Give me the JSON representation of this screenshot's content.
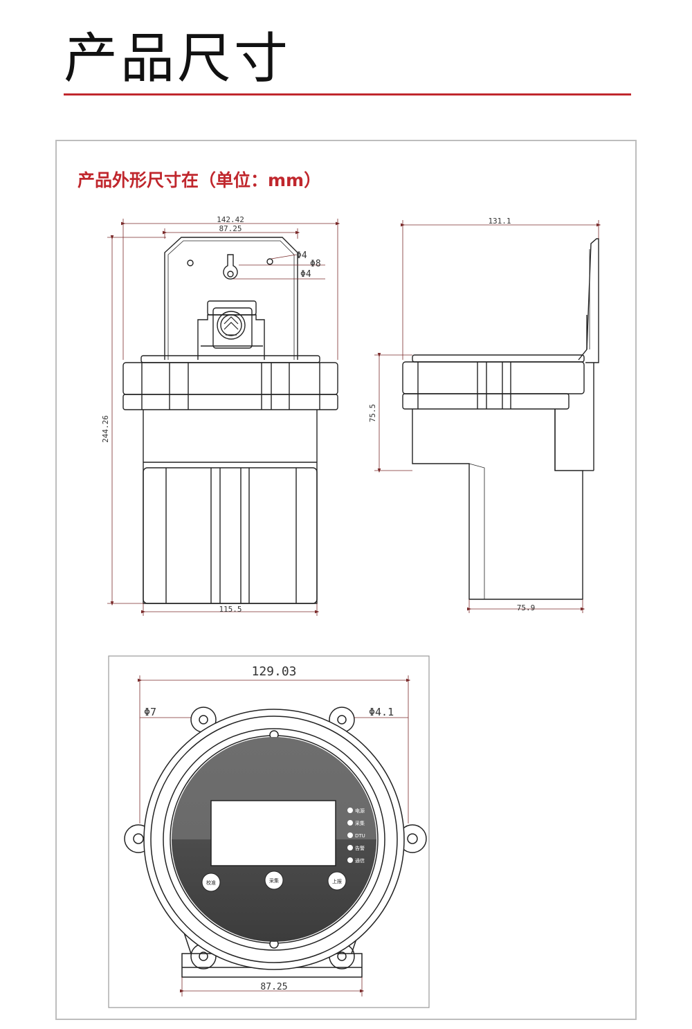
{
  "page": {
    "title": "产品尺寸"
  },
  "section": {
    "heading": "产品外形尺寸在（单位：mm）"
  },
  "front_view": {
    "width_total": "142.42",
    "width_bracket": "87.25",
    "height_total": "244.26",
    "bottom_width": "115.5",
    "hole_1": "Φ4",
    "hole_2": "Φ8",
    "hole_3": "Φ4"
  },
  "side_view": {
    "depth_total": "131.1",
    "head_height": "75.5",
    "bottom_depth": "75.9"
  },
  "top_view": {
    "width_total": "129.03",
    "hole_left": "Φ7",
    "hole_right": "Φ4.1",
    "bottom_width": "87.25",
    "indicators": [
      "电源",
      "采集",
      "DTU",
      "告警",
      "通信"
    ],
    "buttons": [
      "校准",
      "采集",
      "上报"
    ]
  }
}
